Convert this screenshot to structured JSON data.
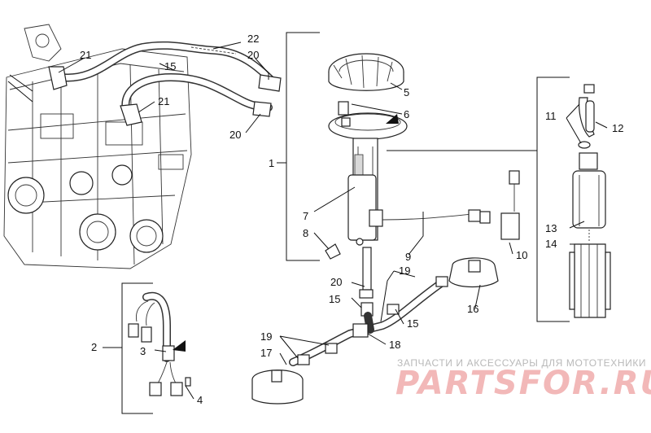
{
  "diagram": {
    "callouts": [
      {
        "id": "c1",
        "text": "1"
      },
      {
        "id": "c2",
        "text": "2"
      },
      {
        "id": "c3",
        "text": "3"
      },
      {
        "id": "c4",
        "text": "4"
      },
      {
        "id": "c5",
        "text": "5"
      },
      {
        "id": "c6",
        "text": "6"
      },
      {
        "id": "c7",
        "text": "7"
      },
      {
        "id": "c8",
        "text": "8"
      },
      {
        "id": "c9",
        "text": "9"
      },
      {
        "id": "c10",
        "text": "10"
      },
      {
        "id": "c11",
        "text": "11"
      },
      {
        "id": "c12",
        "text": "12"
      },
      {
        "id": "c13",
        "text": "13"
      },
      {
        "id": "c14",
        "text": "14"
      },
      {
        "id": "c15a",
        "text": "15"
      },
      {
        "id": "c15b",
        "text": "15"
      },
      {
        "id": "c15c",
        "text": "15"
      },
      {
        "id": "c16",
        "text": "16"
      },
      {
        "id": "c17",
        "text": "17"
      },
      {
        "id": "c18",
        "text": "18"
      },
      {
        "id": "c19a",
        "text": "19"
      },
      {
        "id": "c19b",
        "text": "19"
      },
      {
        "id": "c20a",
        "text": "20"
      },
      {
        "id": "c20b",
        "text": "20"
      },
      {
        "id": "c20c",
        "text": "20"
      },
      {
        "id": "c21a",
        "text": "21"
      },
      {
        "id": "c21b",
        "text": "21"
      },
      {
        "id": "c22",
        "text": "22"
      }
    ]
  },
  "watermark": {
    "caption": "ЗАПЧАСТИ И АКСЕССУАРЫ ДЛЯ МОТОТЕХНИКИ",
    "brand": "PARTSFOR.RU"
  }
}
